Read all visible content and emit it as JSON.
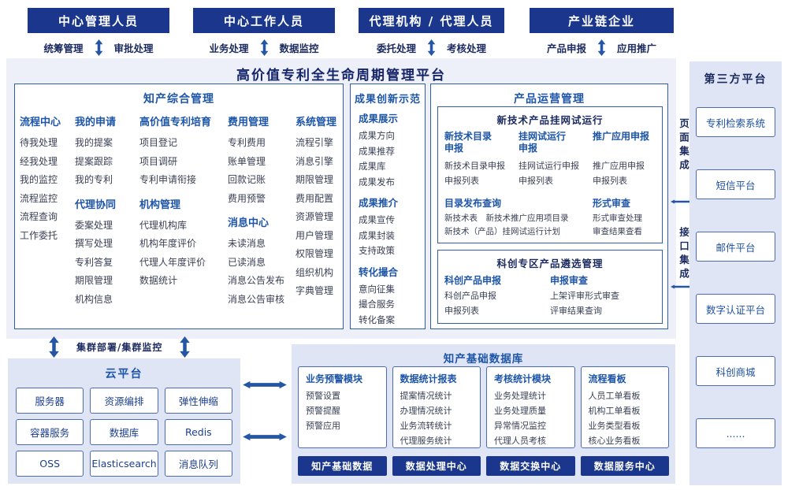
{
  "colors": {
    "primary_dark_blue": "#1b378d",
    "accent_blue": "#1d55a8",
    "panel_background": "#edf0f8",
    "lavender_background": "#dfe5f4",
    "arrow_blue": "#2456a5"
  },
  "roles": [
    {
      "title": "中心管理人员",
      "left_fn": "统筹管理",
      "right_fn": "审批处理"
    },
    {
      "title": "中心工作人员",
      "left_fn": "业务处理",
      "right_fn": "数据监控"
    },
    {
      "title": "代理机构 / 代理人员",
      "left_fn": "委托处理",
      "right_fn": "考核处理"
    },
    {
      "title": "产业链企业",
      "left_fn": "产品申报",
      "right_fn": "应用推广"
    }
  ],
  "platform_title": "高价值专利全生命周期管理平台",
  "ip_mgmt": {
    "title": "知产综合管理",
    "columns": [
      {
        "groups": [
          {
            "title": "流程中心",
            "items": [
              "待我处理",
              "经我处理",
              "我的监控",
              "流程监控",
              "流程查询",
              "工作委托"
            ]
          }
        ]
      },
      {
        "groups": [
          {
            "title": "我的申请",
            "items": [
              "我的提案",
              "提案跟踪",
              "我的专利"
            ]
          },
          {
            "title": "代理协同",
            "items": [
              "委案处理",
              "撰写处理",
              "专利答复",
              "期限管理",
              "机构信息"
            ]
          }
        ]
      },
      {
        "groups": [
          {
            "title": "高价值专利培育",
            "items": [
              "项目登记",
              "项目调研",
              "专利申请衔接"
            ]
          },
          {
            "title": "机构管理",
            "items": [
              "代理机构库",
              "机构年度评价",
              "代理人年度评价",
              "数据统计"
            ]
          }
        ]
      },
      {
        "groups": [
          {
            "title": "费用管理",
            "items": [
              "专利费用",
              "账单管理",
              "回款记账",
              "费用预警"
            ]
          },
          {
            "title": "消息中心",
            "items": [
              "未读消息",
              "已读消息",
              "消息公告发布",
              "消息公告审核"
            ]
          }
        ]
      },
      {
        "groups": [
          {
            "title": "系统管理",
            "items": [
              "流程引擎",
              "消息引擎",
              "期限管理",
              "费用配置",
              "资源管理",
              "用户管理",
              "权限管理",
              "组织机构",
              "字典管理"
            ]
          }
        ]
      }
    ]
  },
  "achievements": {
    "title": "成果创新示范",
    "groups": [
      {
        "title": "成果展示",
        "items": [
          "成果方向",
          "成果推荐",
          "成果库",
          "成果发布"
        ]
      },
      {
        "title": "成果推介",
        "items": [
          "成果宣传",
          "成果封装",
          "支持政策"
        ]
      },
      {
        "title": "转化撮合",
        "items": [
          "意向征集",
          "撮合服务",
          "转化备案"
        ]
      }
    ]
  },
  "product_ops": {
    "title": "产品运营管理",
    "trial_box": {
      "title": "新技术产品挂网试运行",
      "columns": [
        {
          "title": "新技术目录申报",
          "items": [
            "新技术目录申报",
            "申报列表"
          ]
        },
        {
          "title": "挂网试运行申报",
          "items": [
            "挂网试运行申报",
            "申报列表"
          ]
        },
        {
          "title": "推广应用申报",
          "items": [
            "推广应用申报",
            "申报列表"
          ]
        }
      ],
      "bottom": [
        {
          "title": "目录发布查询",
          "items": [
            "新技术表　新技术推广应用项目录",
            "新技术（产品）挂网试运行计划"
          ]
        },
        {
          "title": "形式审查",
          "items": [
            "形式审查处理",
            "审查结果查看"
          ]
        }
      ]
    },
    "selection_box": {
      "title": "科创专区产品遴选管理",
      "columns": [
        {
          "title": "科创产品申报",
          "items": [
            "科创产品申报",
            "申报列表"
          ]
        },
        {
          "title": "申报审查",
          "items": [
            "上架评审形式审查",
            "评审结果查询"
          ]
        }
      ]
    }
  },
  "cluster_label": "集群部署/集群监控",
  "cloud": {
    "title": "云平台",
    "services": [
      "服务器",
      "资源编排",
      "弹性伸缩",
      "容器服务",
      "数据库",
      "Redis",
      "OSS",
      "Elasticsearch",
      "消息队列"
    ]
  },
  "database": {
    "title": "知产基础数据库",
    "modules": [
      {
        "title": "业务预警模块",
        "items": [
          "预警设置",
          "预警提醒",
          "预警应用"
        ],
        "footer": "知产基础数据"
      },
      {
        "title": "数据统计报表",
        "items": [
          "提案情况统计",
          "办理情况统计",
          "业务流转统计",
          "代理服务统计"
        ],
        "footer": "数据处理中心"
      },
      {
        "title": "考核统计模块",
        "items": [
          "业务处理统计",
          "业务处理质量",
          "异常情况监控",
          "代理人员考核"
        ],
        "footer": "数据交换中心"
      },
      {
        "title": "流程看板",
        "items": [
          "人员工单看板",
          "机构工单看板",
          "业务类型看板",
          "核心业务看板"
        ],
        "footer": "数据服务中心"
      }
    ]
  },
  "integration": {
    "page_label": "页面集成",
    "api_label": "接口集成"
  },
  "third_party": {
    "title": "第三方平台",
    "items": [
      "专利检索系统",
      "短信平台",
      "邮件平台",
      "数字认证平台",
      "科创商城",
      "......"
    ]
  }
}
